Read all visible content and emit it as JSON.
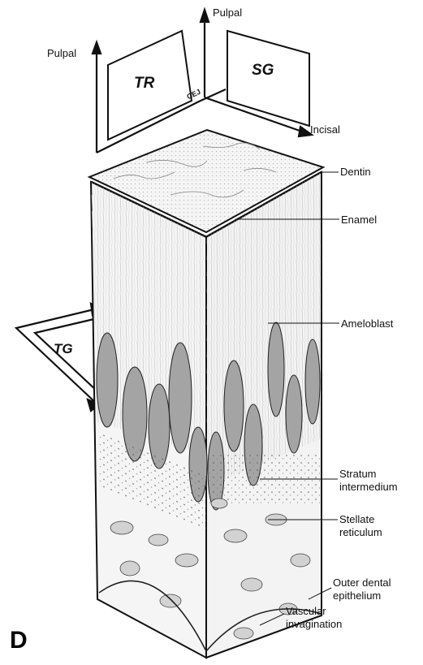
{
  "planes": {
    "tr": "TR",
    "sg": "SG",
    "tg": "TG"
  },
  "axes": {
    "pulpal_left": "Pulpal",
    "pulpal_top": "Pulpal",
    "cej": "CEJ",
    "incisal": "Incisal"
  },
  "layers": {
    "dentin": "Dentin",
    "enamel": "Enamel",
    "ameloblast": "Ameloblast",
    "stratum_1": "Stratum",
    "stratum_2": "intermedium",
    "stellate_1": "Stellate",
    "stellate_2": "reticulum",
    "outer_1": "Outer dental",
    "outer_2": "epithelium",
    "vascular_1": "Vascular",
    "vascular_2": "invagination"
  },
  "figure_letter": "D",
  "colors": {
    "ink": "#111111",
    "nucleus": "#9a9a9a",
    "tissue": "#f4f4f4"
  }
}
